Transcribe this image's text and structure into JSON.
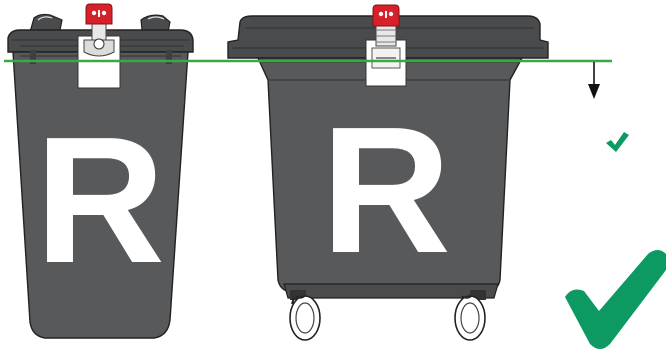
{
  "bins": [
    {
      "id": "small-bin",
      "letter": "R"
    },
    {
      "id": "large-bin",
      "letter": "R"
    }
  ],
  "colors": {
    "bin_body": "#58595b",
    "bin_lid": "#4a4b4d",
    "bin_outline": "#222222",
    "lock_red": "#d6202a",
    "fill_line": "#3aa845",
    "check": "#0c9a62",
    "letter": "#ffffff",
    "arrow": "#111111"
  },
  "icons": {
    "fill_level_line": "horizontal-line",
    "down_arrow": "arrow-down-icon",
    "small_check": "checkmark-icon",
    "large_check": "checkmark-icon"
  }
}
